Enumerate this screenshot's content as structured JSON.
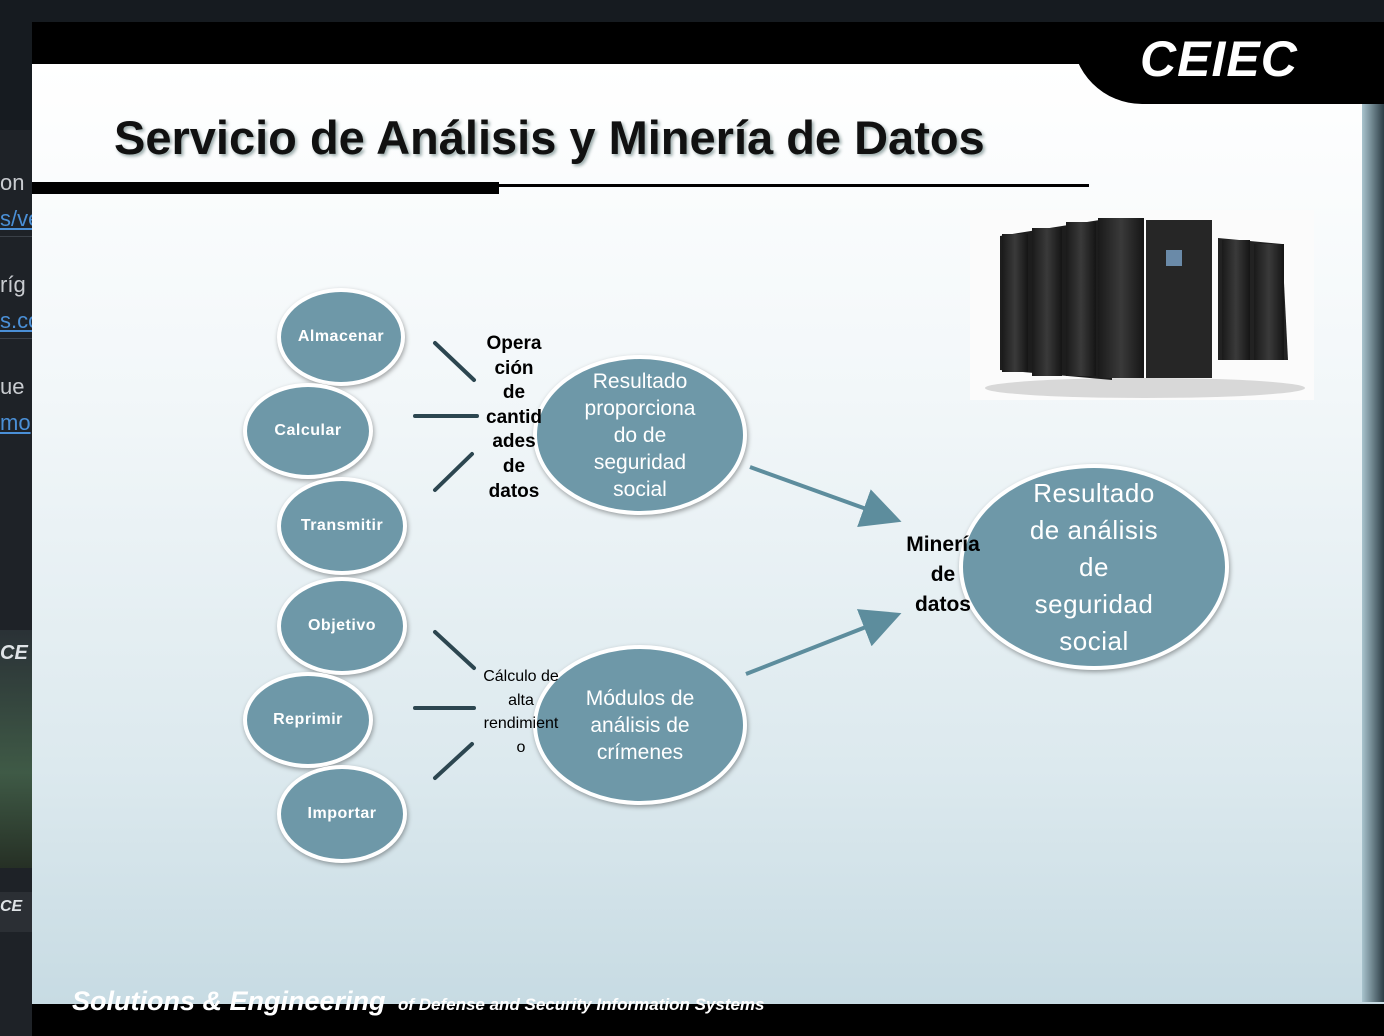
{
  "background_window": {
    "fragments": [
      "on",
      "s/ve",
      "ríg",
      "s.co",
      "ue",
      "mo"
    ],
    "thumb_labels": [
      "CE",
      "CE"
    ]
  },
  "slide": {
    "logo": "CEIEC",
    "title": "Servicio de Análisis y Minería de Datos",
    "footer_main": "Solutions & Engineering",
    "footer_sub": "of Defense and Security Information Systems",
    "inputs": [
      "Almacenar",
      "Calcular",
      "Transmitir",
      "Objetivo",
      "Reprimir",
      "Importar"
    ],
    "label_upper": "Opera\nción\nde\ncantid\nades\nde\ndatos",
    "label_lower": "Cálculo de\nalta\nrendimient\no",
    "middle_top": "Resultado\nproporciona\ndo de\nseguridad\nsocial",
    "middle_bottom": "Módulos de\nanálisis de\ncrímenes",
    "label_mining": "Minería\nde\ndatos",
    "result": "Resultado\nde análisis\nde\nseguridad\nsocial",
    "colors": {
      "ellipse": "#6e98a8",
      "arrow": "#5d8d9d",
      "slide_bg": "#e4eef2"
    }
  }
}
